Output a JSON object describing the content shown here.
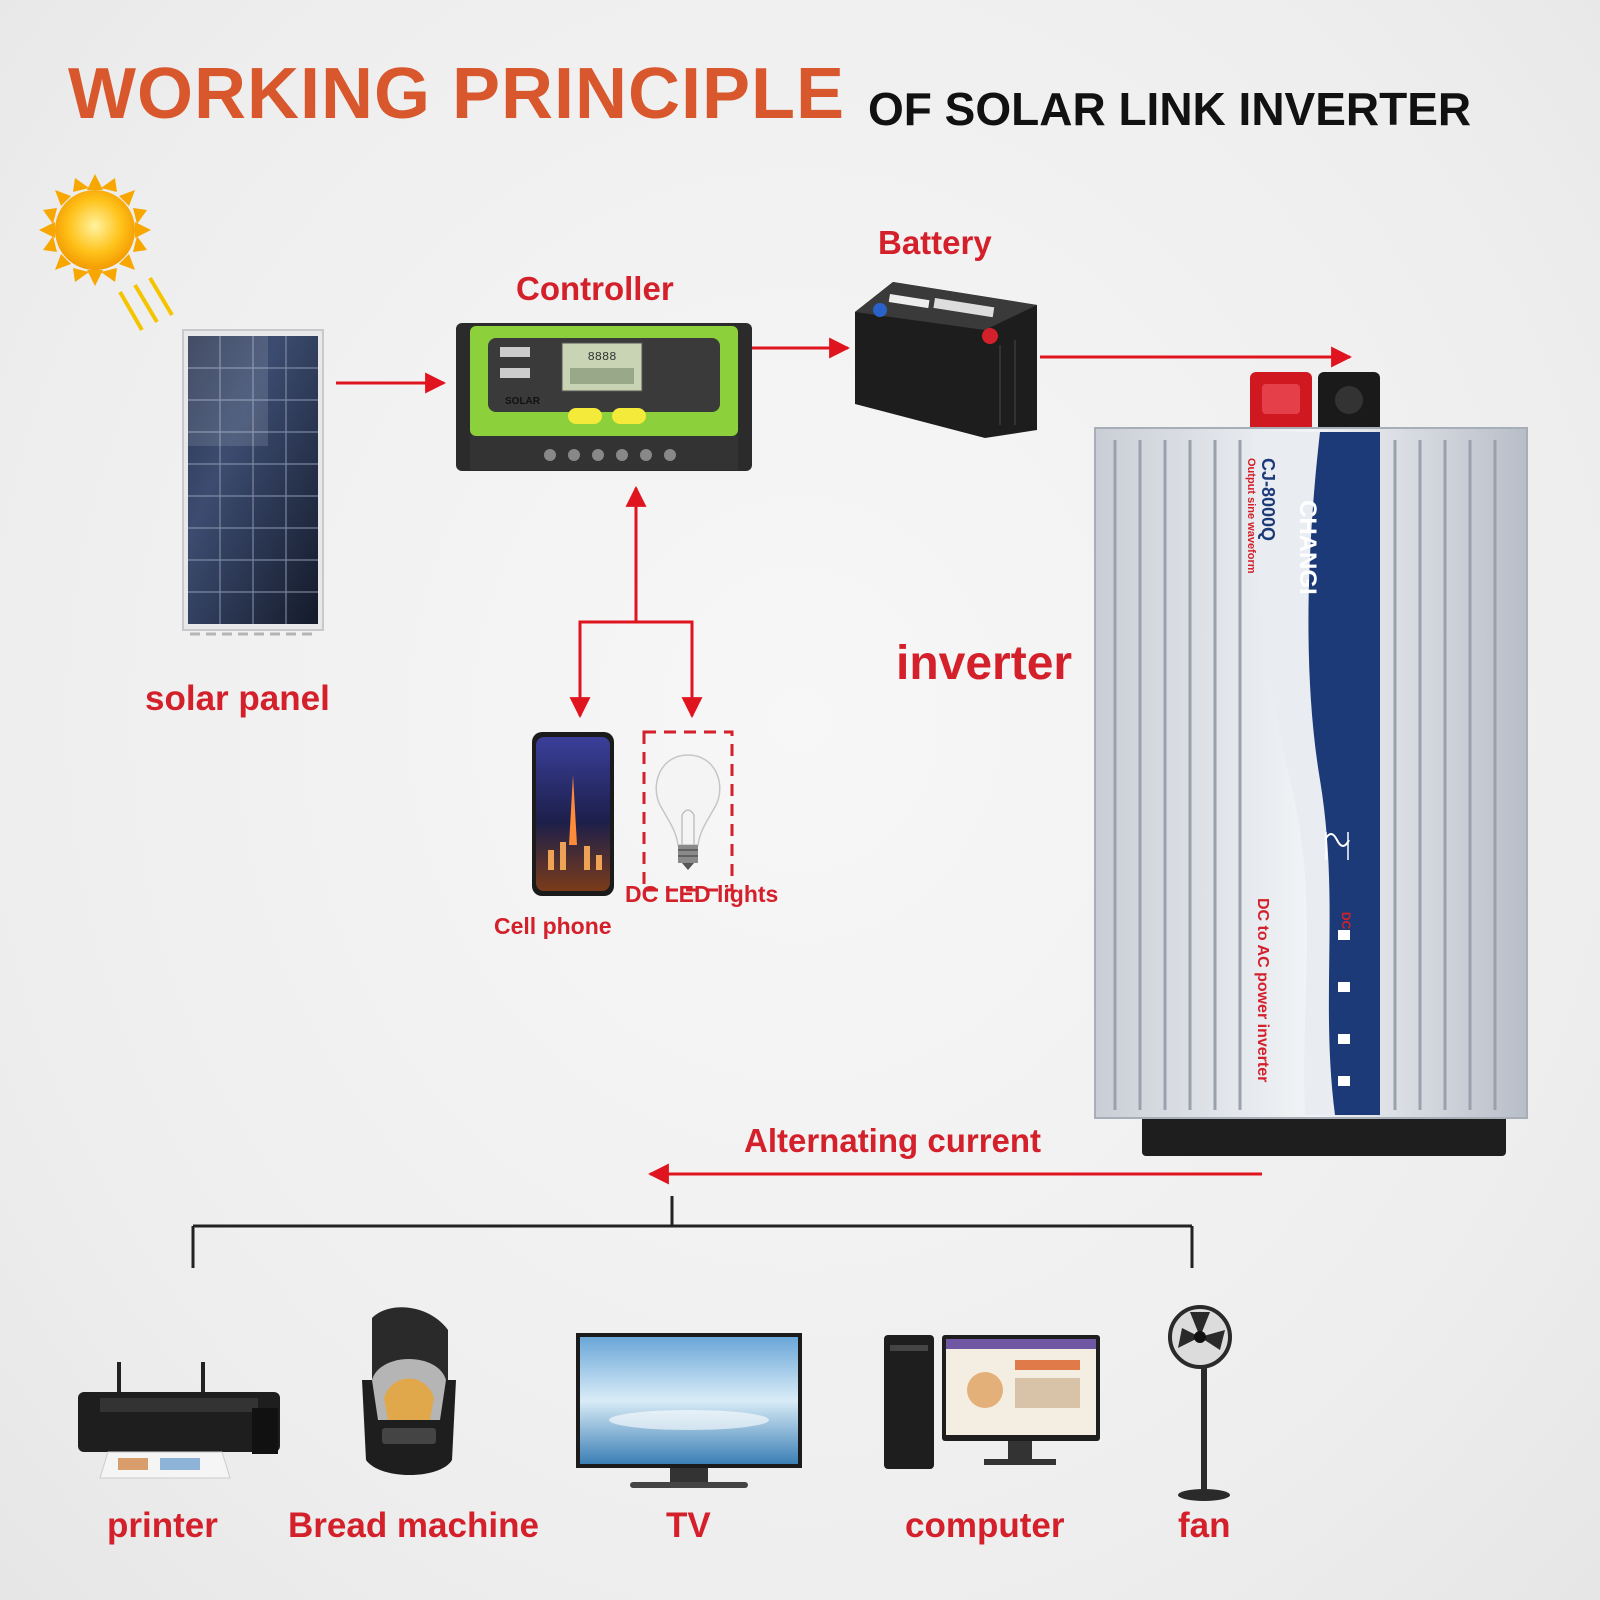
{
  "header": {
    "title_main": "WORKING PRINCIPLE",
    "title_sub": "OF SOLAR LINK INVERTER"
  },
  "nodes": {
    "solar_panel": "solar panel",
    "controller": "Controller",
    "battery": "Battery",
    "inverter": "inverter",
    "cell_phone": "Cell phone",
    "dc_led_lights": "DC LED lights",
    "alternating_current": "Alternating current"
  },
  "appliances": [
    {
      "label": "printer"
    },
    {
      "label": "Bread machine"
    },
    {
      "label": "TV"
    },
    {
      "label": "computer"
    },
    {
      "label": "fan"
    }
  ],
  "inverter_device": {
    "brand": "CHANGI",
    "model": "CJ-8000Q",
    "model_subtitle": "Output sine waveform",
    "side_text": "DC to AC power inverter",
    "dc_label": "DC"
  },
  "controller_device": {
    "brand_text": "SOLAR",
    "display_digits": "8888"
  },
  "colors": {
    "title_orange": "#d9572c",
    "label_red": "#d4202a",
    "arrow_red": "#e0141e",
    "inverter_blue": "#1c3a78"
  },
  "icons": [
    "sun-icon",
    "solar-panel-icon",
    "controller-icon",
    "battery-icon",
    "inverter-icon",
    "cell-phone-icon",
    "light-bulb-icon",
    "printer-icon",
    "bread-machine-icon",
    "tv-icon",
    "computer-icon",
    "fan-icon"
  ]
}
